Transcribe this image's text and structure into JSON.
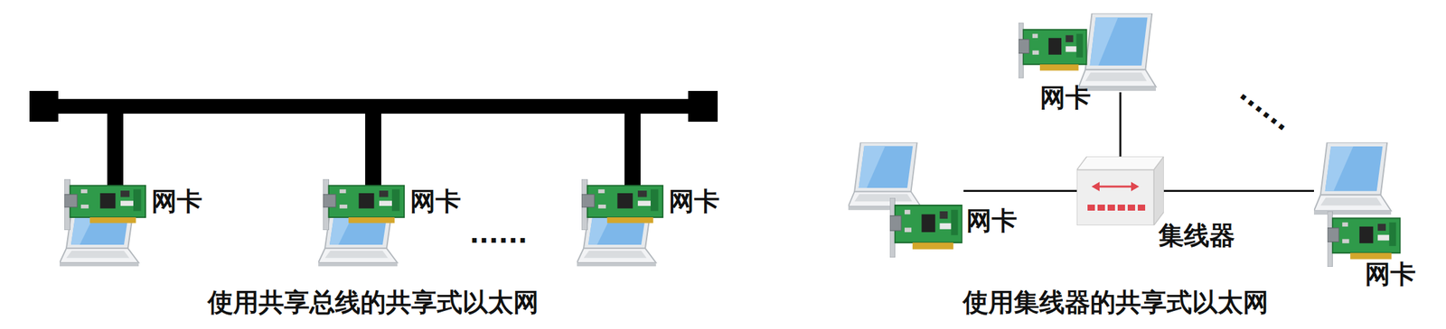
{
  "diagram": {
    "nodes": [
      {
        "text": [
          "网卡"
        ]
      },
      {
        "text": [
          "网卡"
        ]
      },
      {
        "text": [
          "网卡"
        ]
      },
      {
        "text": [
          "网卡"
        ]
      },
      {
        "text": [
          "网卡"
        ]
      },
      {
        "text": [
          "集线器"
        ]
      },
      {
        "text": [
          "网卡"
        ]
      }
    ],
    "edges": [
      {
        "from": 5,
        "to": 3,
        "arrow": "none"
      },
      {
        "from": 5,
        "to": 4,
        "arrow": "none"
      },
      {
        "from": 5,
        "to": 6,
        "arrow": "none"
      }
    ],
    "labels": [
      "......",
      "使用共享总线的共享式以太网",
      "......",
      "使用集线器的共享式以太网"
    ]
  }
}
